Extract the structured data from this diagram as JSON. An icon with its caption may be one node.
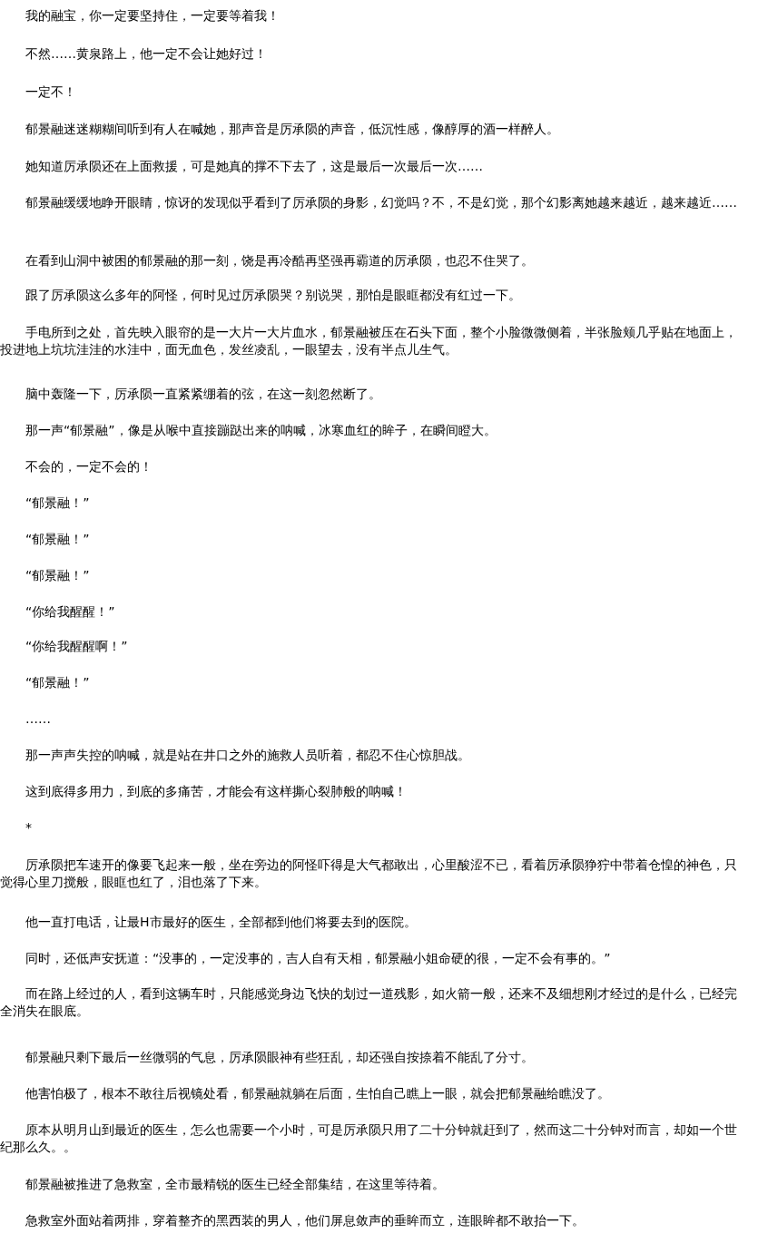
{
  "diagram": {
    "labels": [
      "我的融宝，你一定要坚持住，一定要等着我！",
      "不然……黄泉路上，他一定不会让她好过！",
      "一定不！",
      "郁景融迷迷糊糊间听到有人在喊她，那声音是厉承陨的声音，低沉性感，像醇厚的酒一样醉人。",
      "她知道厉承陨还在上面救援，可是她真的撑不下去了，这是最后一次最后一次……",
      "郁景融缓缓地睁开眼睛，惊讶的发现似乎看到了厉承陨的身影，幻觉吗？不，不是幻觉，那个幻影离她越来越近，越来越近……",
      "在看到山洞中被困的郁景融的那一刻，饶是再冷酷再坚强再霸道的厉承陨，也忍不住哭了。",
      "跟了厉承陨这么多年的阿怪，何时见过厉承陨哭？别说哭，那怕是眼眶都没有红过一下。",
      "手电所到之处，首先映入眼帘的是一大片一大片血水，郁景融被压在石头下面，整个小脸微微侧着，半张脸颊几乎贴在地面上，投进地上坑坑洼洼的水洼中，面无血色，发丝凌乱，一眼望去，没有半点儿生气。",
      "脑中轰隆一下，厉承陨一直紧紧绷着的弦，在这一刻忽然断了。",
      "那一声“郁景融”，像是从喉中直接蹦跶出来的呐喊，冰寒血红的眸子，在瞬间瞪大。",
      "不会的，一定不会的！",
      "“郁景融！”",
      "“郁景融！”",
      "“郁景融！”",
      "“你给我醒醒！”",
      "“你给我醒醒啊！”",
      "“郁景融！”",
      "……",
      "那一声声失控的呐喊，就是站在井口之外的施救人员听着，都忍不住心惊胆战。",
      "这到底得多用力，到底的多痛苦，才能会有这样撕心裂肺般的呐喊！",
      "*",
      "厉承陨把车速开的像要飞起来一般，坐在旁边的阿怪吓得是大气都敢出，心里酸涩不已，看着厉承陨狰狞中带着仓惶的神色，只觉得心里刀搅般，眼眶也红了，泪也落了下来。",
      "他一直打电话，让最H市最好的医生，全部都到他们将要去到的医院。",
      "同时，还低声安抚道：“没事的，一定没事的，吉人自有天相，郁景融小姐命硬的很，一定不会有事的。”",
      "而在路上经过的人，看到这辆车时，只能感觉身边飞快的划过一道残影，如火箭一般，还来不及细想刚才经过的是什么，已经完全消失在眼底。",
      "郁景融只剩下最后一丝微弱的气息，厉承陨眼神有些狂乱，却还强自按捺着不能乱了分寸。",
      "他害怕极了，根本不敢往后视镜处看，郁景融就躺在后面，生怕自己瞧上一眼，就会把郁景融给瞧没了。",
      "原本从明月山到最近的医生，怎么也需要一个小时，可是厉承陨只用了二十分钟就赶到了，然而这二十分钟对而言，却如一个世纪那么久。。",
      "郁景融被推进了急救室，全市最精锐的医生已经全部集结，在这里等待着。",
      "急救室外面站着两排，穿着整齐的黑西装的男人，他们屏息敛声的垂眸而立，连眼眸都不敢抬一下。"
    ]
  }
}
